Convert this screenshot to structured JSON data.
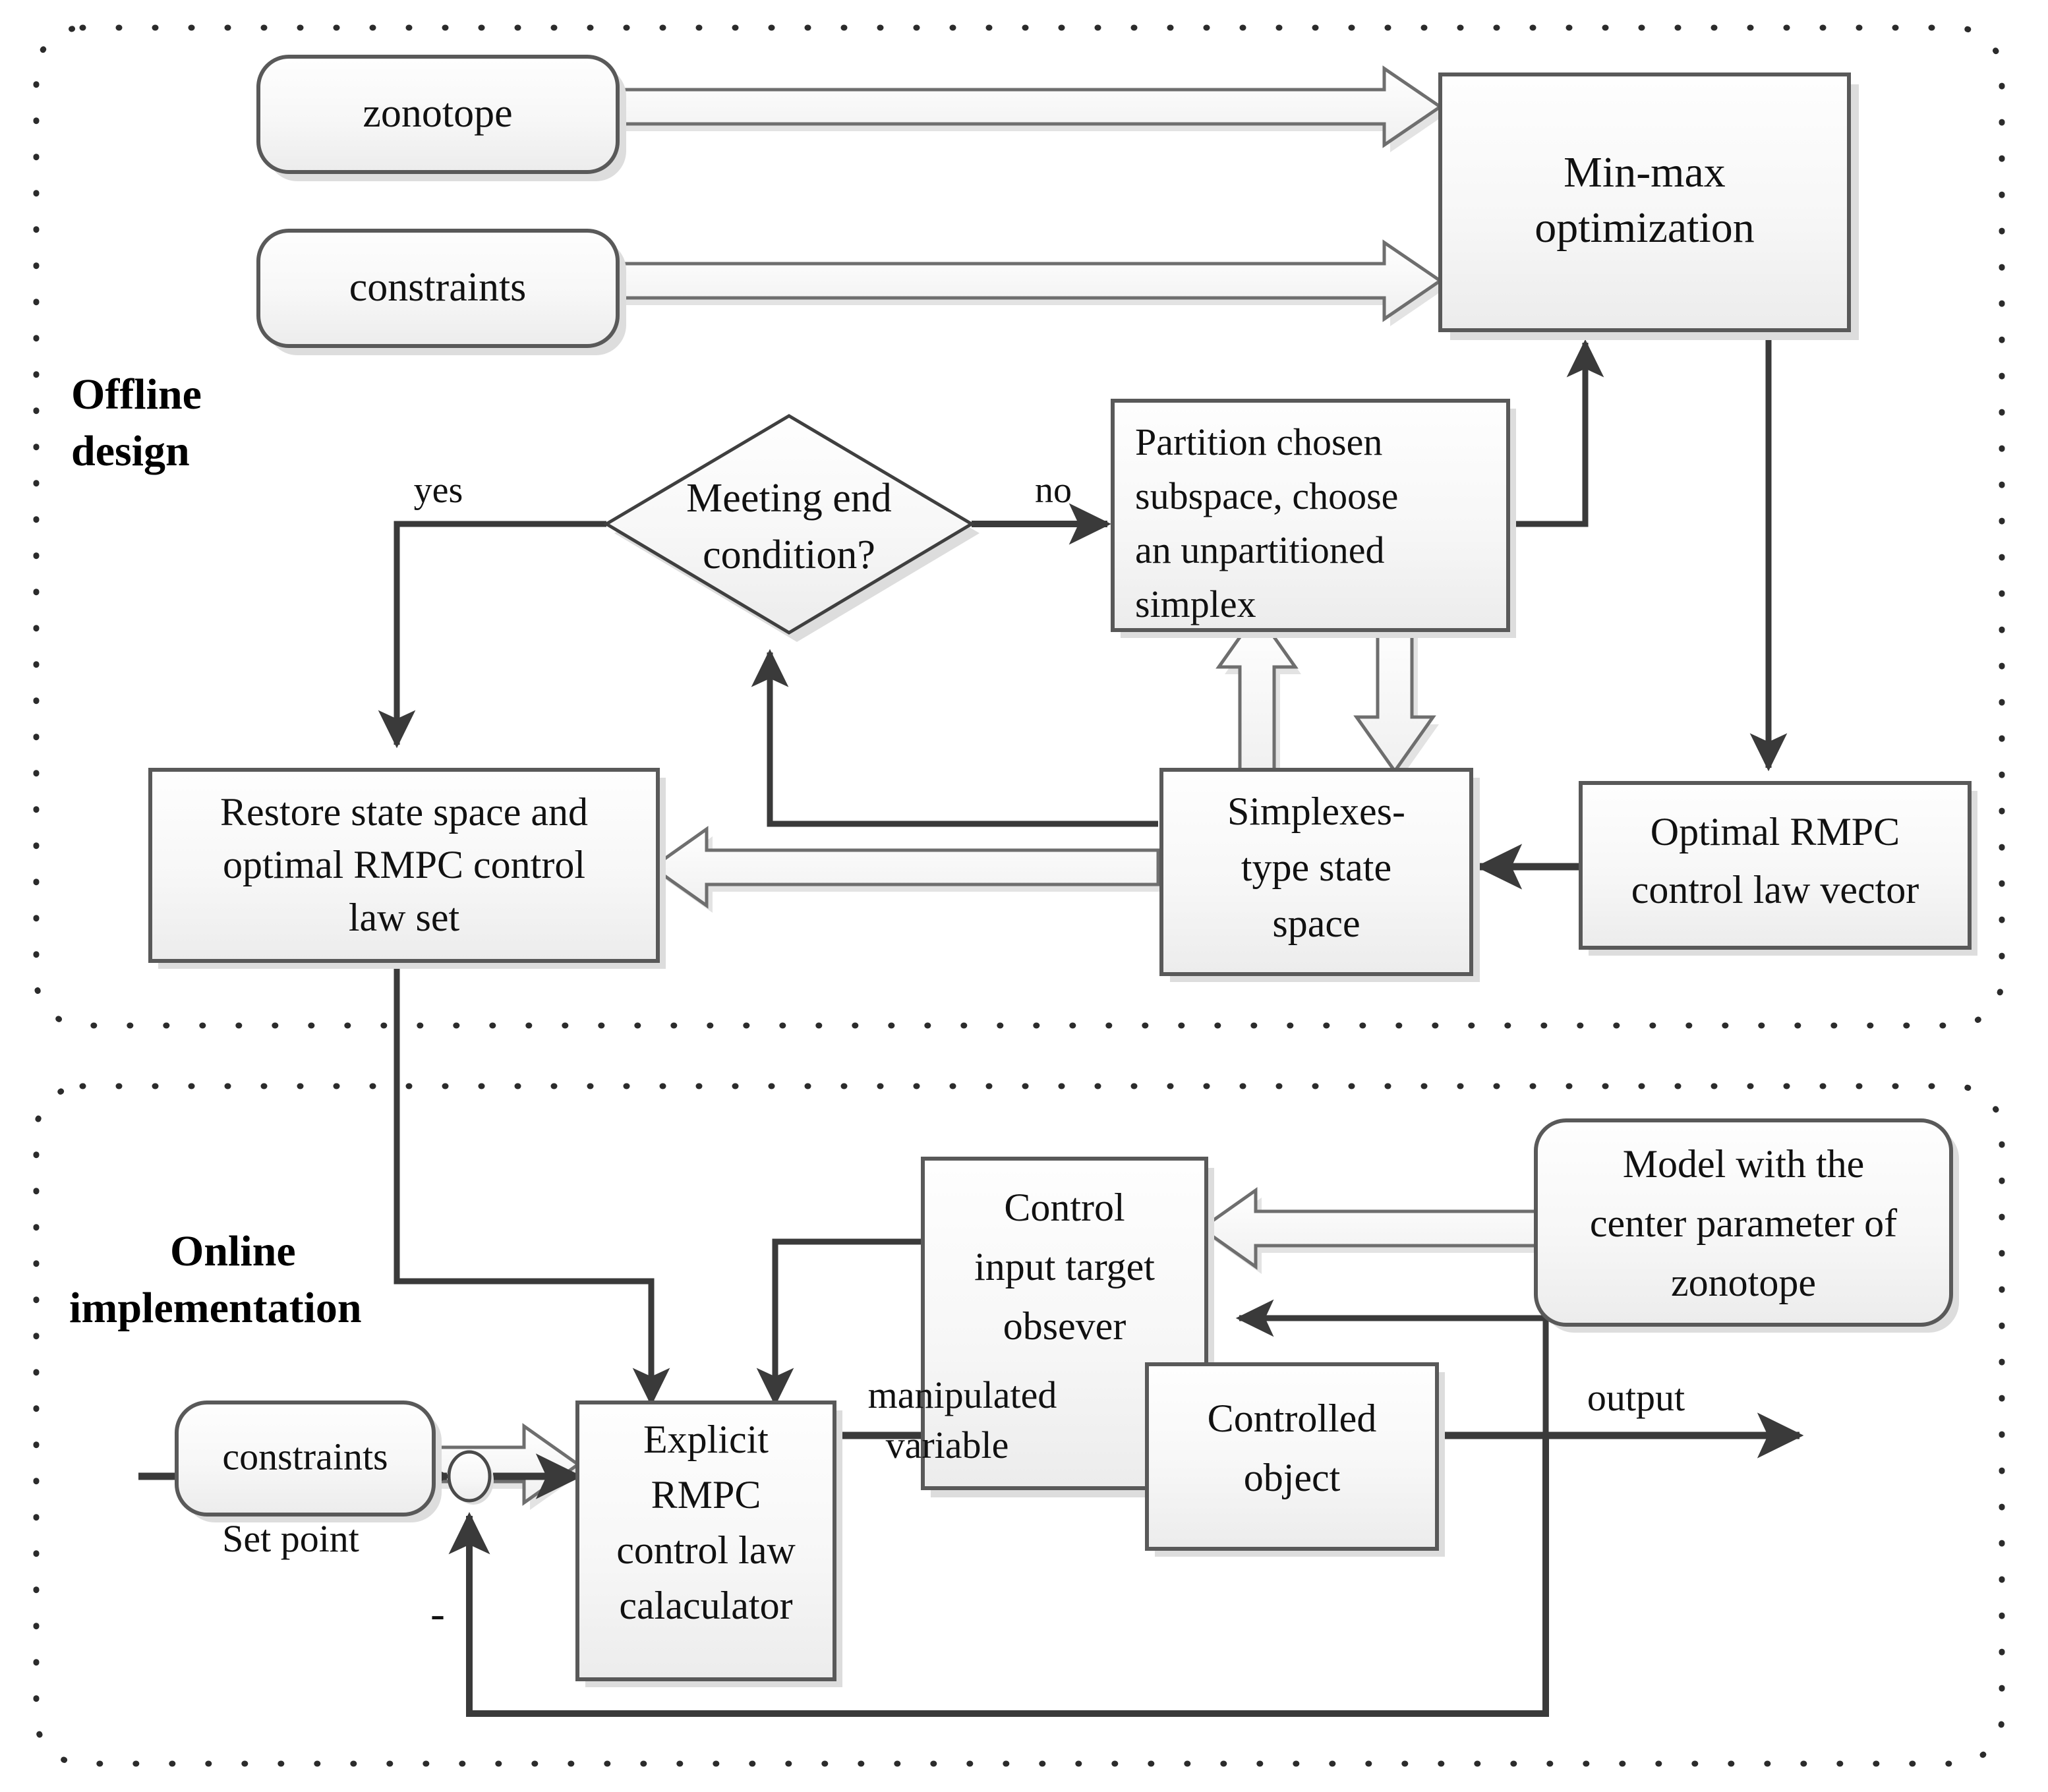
{
  "diagram": {
    "title": "Explicit RMPC design and implementation flow",
    "sections": [
      {
        "id": "offline",
        "label_line1": "Offline",
        "label_line2": "design"
      },
      {
        "id": "online",
        "label_line1": "Online",
        "label_line2": "implementation"
      }
    ],
    "colors": {
      "box_fill_top": "#fdfdfd",
      "box_fill_bottom": "#eeeeee",
      "box_stroke": "#595959",
      "diamond_stroke": "#3f3f3f",
      "arrow_dark": "#3a3a3a",
      "arrow_open_fill": "#f2f2f2",
      "arrow_open_stroke": "#7f7f7f",
      "shadow": "#d9d9d9",
      "dotted_border": "#2b2b2b",
      "text": "#111111"
    }
  },
  "offline": {
    "section_label": "Offline design",
    "nodes": {
      "zonotope": {
        "label": "zonotope",
        "shape": "rounded"
      },
      "constraints": {
        "label": "constraints",
        "shape": "rounded"
      },
      "minmax": {
        "lines": [
          "Min-max",
          "optimization"
        ],
        "shape": "rect"
      },
      "decision": {
        "lines": [
          "Meeting end",
          "condition?"
        ],
        "shape": "diamond"
      },
      "partition": {
        "lines": [
          "Partition   chosen",
          "subspace, choose",
          "an   unpartitioned",
          "simplex"
        ],
        "shape": "rect"
      },
      "simplexes": {
        "lines": [
          "Simplexes-",
          "type state",
          "space"
        ],
        "shape": "rect"
      },
      "restore": {
        "lines": [
          "Restore state space and",
          "optimal RMPC control",
          "law set"
        ],
        "shape": "rect"
      },
      "optimal_vector": {
        "lines": [
          "Optimal RMPC",
          "control law vector"
        ],
        "shape": "rect"
      }
    },
    "edge_labels": {
      "yes": "yes",
      "no": "no"
    }
  },
  "online": {
    "section_label": "Online implementation",
    "nodes": {
      "observer": {
        "lines": [
          "Control",
          "input target",
          "obsever"
        ],
        "shape": "rect"
      },
      "model": {
        "lines": [
          "Model with the",
          "center parameter of",
          "zonotope"
        ],
        "shape": "rounded"
      },
      "constraints": {
        "label": "constraints",
        "shape": "rounded"
      },
      "calculator": {
        "lines": [
          "Explicit",
          "RMPC",
          "control law",
          "calaculator"
        ],
        "shape": "rect"
      },
      "plant": {
        "lines": [
          "Controlled",
          "object"
        ],
        "shape": "rect"
      },
      "sum_junction": {
        "label": "",
        "shape": "circle"
      }
    },
    "edge_labels": {
      "set_point": "Set point",
      "manipulated_variable_line1": "manipulated",
      "manipulated_variable_line2": "variable",
      "output": "output",
      "minus_sign": "-"
    }
  }
}
